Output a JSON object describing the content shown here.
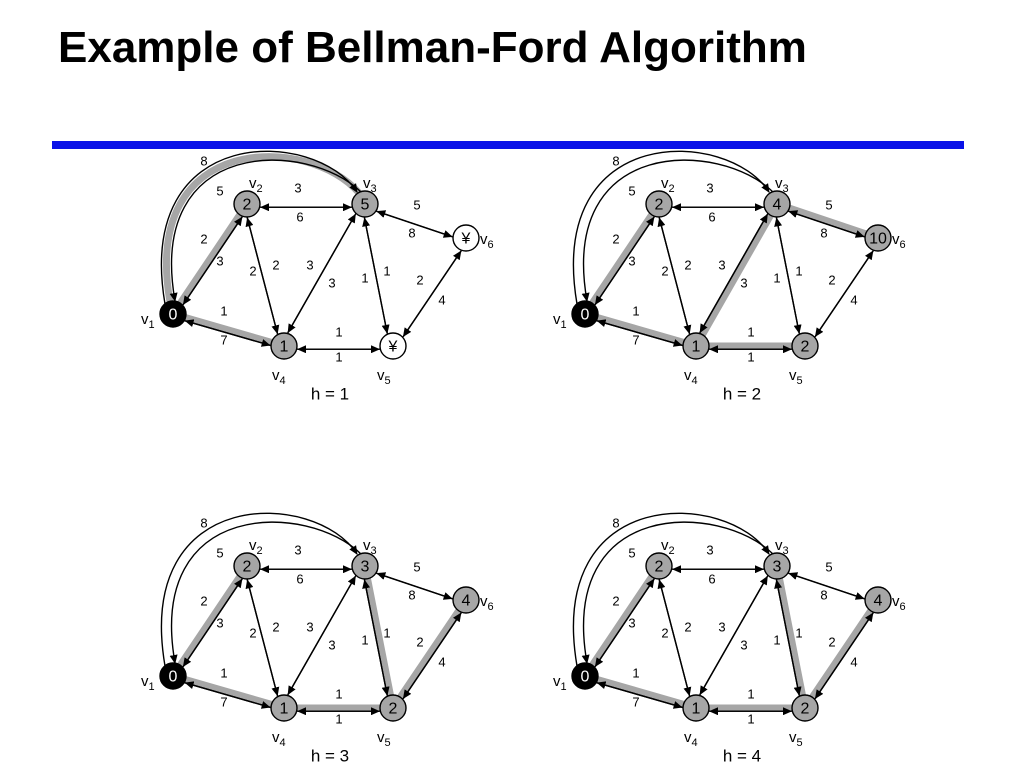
{
  "slide": {
    "title": "Example of Bellman-Ford Algorithm",
    "rule_color": "#0a12e8"
  },
  "graph": {
    "vertices": [
      {
        "id": "v1",
        "label": "v",
        "sub": "1"
      },
      {
        "id": "v2",
        "label": "v",
        "sub": "2"
      },
      {
        "id": "v3",
        "label": "v",
        "sub": "3"
      },
      {
        "id": "v4",
        "label": "v",
        "sub": "4"
      },
      {
        "id": "v5",
        "label": "v",
        "sub": "5"
      },
      {
        "id": "v6",
        "label": "v",
        "sub": "6"
      }
    ],
    "edges": [
      {
        "from": "v1",
        "to": "v2",
        "weight": "2"
      },
      {
        "from": "v2",
        "to": "v1",
        "weight": "3"
      },
      {
        "from": "v1",
        "to": "v3",
        "weight": "8"
      },
      {
        "from": "v3",
        "to": "v1",
        "weight": "5"
      },
      {
        "from": "v1",
        "to": "v4",
        "weight": "1"
      },
      {
        "from": "v4",
        "to": "v1",
        "weight": "7"
      },
      {
        "from": "v2",
        "to": "v3",
        "weight": "3"
      },
      {
        "from": "v3",
        "to": "v2",
        "weight": "6"
      },
      {
        "from": "v2",
        "to": "v4",
        "weight": "2"
      },
      {
        "from": "v4",
        "to": "v2",
        "weight": "2"
      },
      {
        "from": "v3",
        "to": "v4",
        "weight": "3"
      },
      {
        "from": "v4",
        "to": "v3",
        "weight": "3"
      },
      {
        "from": "v3",
        "to": "v5",
        "weight": "1"
      },
      {
        "from": "v5",
        "to": "v3",
        "weight": "1"
      },
      {
        "from": "v3",
        "to": "v6",
        "weight": "5"
      },
      {
        "from": "v6",
        "to": "v3",
        "weight": "8"
      },
      {
        "from": "v4",
        "to": "v5",
        "weight": "1"
      },
      {
        "from": "v5",
        "to": "v4",
        "weight": "1"
      },
      {
        "from": "v5",
        "to": "v6",
        "weight": "2"
      },
      {
        "from": "v6",
        "to": "v5",
        "weight": "4"
      }
    ]
  },
  "panels": [
    {
      "caption": "h = 1",
      "values": {
        "v1": "0",
        "v2": "2",
        "v3": "5",
        "v4": "1",
        "v5": "¥",
        "v6": "¥"
      },
      "highlighted": [
        [
          "v1",
          "v2"
        ],
        [
          "v1",
          "v3"
        ],
        [
          "v1",
          "v4"
        ]
      ]
    },
    {
      "caption": "h = 2",
      "values": {
        "v1": "0",
        "v2": "2",
        "v3": "4",
        "v4": "1",
        "v5": "2",
        "v6": "10"
      },
      "highlighted": [
        [
          "v1",
          "v2"
        ],
        [
          "v1",
          "v4"
        ],
        [
          "v4",
          "v3"
        ],
        [
          "v4",
          "v5"
        ],
        [
          "v3",
          "v6"
        ]
      ]
    },
    {
      "caption": "h = 3",
      "values": {
        "v1": "0",
        "v2": "2",
        "v3": "3",
        "v4": "1",
        "v5": "2",
        "v6": "4"
      },
      "highlighted": [
        [
          "v1",
          "v2"
        ],
        [
          "v1",
          "v4"
        ],
        [
          "v4",
          "v5"
        ],
        [
          "v5",
          "v3"
        ],
        [
          "v5",
          "v6"
        ]
      ]
    },
    {
      "caption": "h = 4",
      "values": {
        "v1": "0",
        "v2": "2",
        "v3": "3",
        "v4": "1",
        "v5": "2",
        "v6": "4"
      },
      "highlighted": [
        [
          "v1",
          "v2"
        ],
        [
          "v1",
          "v4"
        ],
        [
          "v4",
          "v5"
        ],
        [
          "v5",
          "v3"
        ],
        [
          "v5",
          "v6"
        ]
      ]
    }
  ],
  "colors": {
    "source_node": "#000000",
    "source_text": "#ffffff",
    "reached_node": "#a6a6a6",
    "unreached_node": "#ffffff",
    "highlight_edge": "#a6a6a6"
  }
}
